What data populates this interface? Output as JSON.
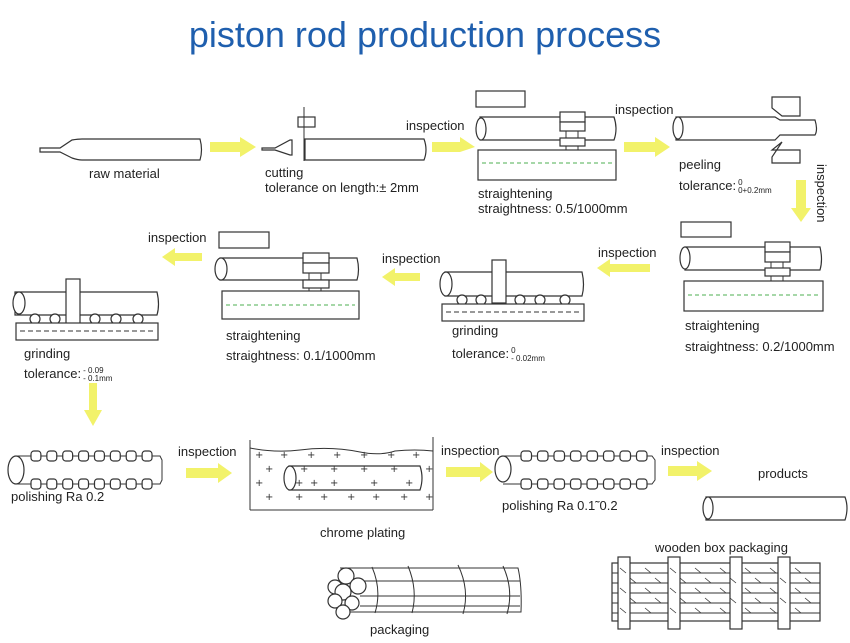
{
  "title": "piston rod production process",
  "steps": {
    "raw_material": {
      "label": "raw material"
    },
    "cutting": {
      "label": "cutting",
      "spec": "tolerance on length:± 2mm"
    },
    "straightening1": {
      "label": "straightening",
      "spec": "straightness: 0.5/1000mm"
    },
    "peeling": {
      "label": "peeling",
      "spec": "tolerance:",
      "upper": "0",
      "lower": "0+0.2mm"
    },
    "straightening2": {
      "label": "straightening",
      "spec": "straightness: 0.2/1000mm"
    },
    "grinding1": {
      "label": "grinding",
      "spec": "tolerance:",
      "upper": "0",
      "lower": "- 0.02mm"
    },
    "straightening3": {
      "label": "straightening",
      "spec": "straightness: 0.1/1000mm"
    },
    "grinding2": {
      "label": "grinding",
      "spec": "tolerance:",
      "upper": "- 0.09",
      "lower": "- 0.1mm"
    },
    "polishing1": {
      "label": "polishing   Ra 0.2"
    },
    "chrome_plating": {
      "label": "chrome plating"
    },
    "polishing2": {
      "label": "polishing  Ra 0.1˜0.2"
    },
    "products": {
      "label": "products"
    },
    "wooden_box": {
      "label": "wooden box packaging"
    },
    "packaging": {
      "label": "packaging"
    }
  },
  "inspection_label": "inspection",
  "colors": {
    "title": "#1f5fae",
    "arrow": "#f2f26a",
    "guide_line": "#4caf50"
  }
}
